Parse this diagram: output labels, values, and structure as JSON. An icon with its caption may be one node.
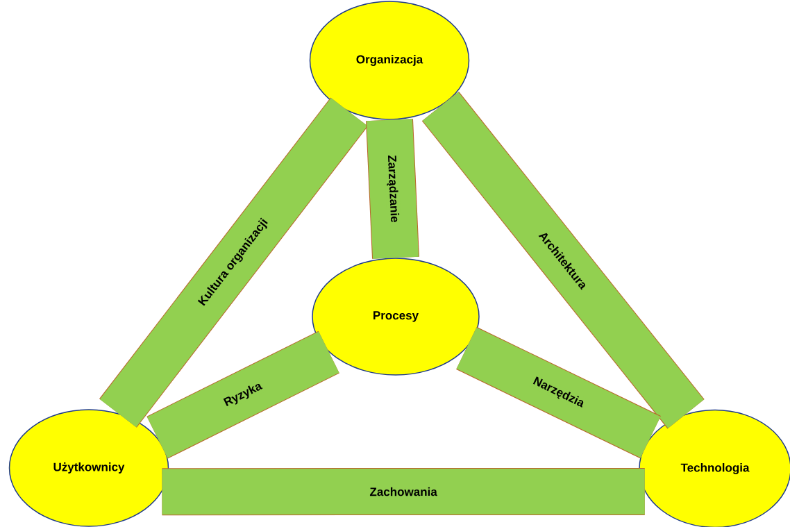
{
  "diagram": {
    "nodes": [
      {
        "text": [
          "Organizacja"
        ]
      },
      {
        "text": [
          "Procesy"
        ]
      },
      {
        "text": [
          "Użytkownicy"
        ]
      },
      {
        "text": [
          "Technologia"
        ]
      }
    ],
    "edges": [
      {
        "from": 0,
        "to": 2,
        "arrow": "none",
        "label": "Kultura organizacji"
      },
      {
        "from": 0,
        "to": 1,
        "arrow": "none",
        "label": "Zarządzanie"
      },
      {
        "from": 0,
        "to": 3,
        "arrow": "none",
        "label": "Architektura"
      },
      {
        "from": 1,
        "to": 2,
        "arrow": "none",
        "label": "Ryzyka"
      },
      {
        "from": 1,
        "to": 3,
        "arrow": "none",
        "label": "Narzędzia"
      },
      {
        "from": 2,
        "to": 3,
        "arrow": "none",
        "label": "Zachowania"
      }
    ]
  }
}
